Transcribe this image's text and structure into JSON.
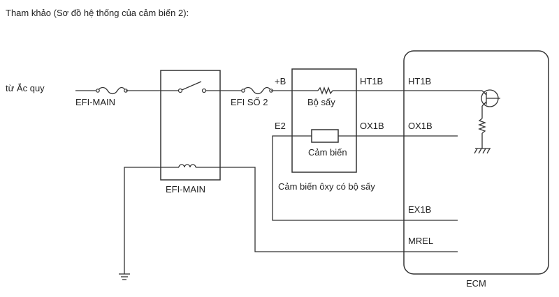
{
  "header": {
    "title": "Tham khảo (Sơ đồ hệ thống của cảm biến 2):"
  },
  "diagram": {
    "source_label": "từ Ắc quy",
    "fuse1_label": "EFI-MAIN",
    "relay_label": "EFI-MAIN",
    "fuse2_label": "EFI SỐ 2",
    "plus_b_label": "+B",
    "heater_label": "Bộ sấy",
    "sensor_label": "Cảm biến",
    "e2_label": "E2",
    "ht1b_sensor_label": "HT1B",
    "ox1b_sensor_label": "OX1B",
    "sensor_caption": "Cảm biến ôxy có bộ sấy",
    "ecm": {
      "label": "ECM",
      "pins": [
        "HT1B",
        "OX1B",
        "EX1B",
        "MREL"
      ]
    }
  },
  "colors": {
    "line": "#333333",
    "text": "#222222",
    "background": "#ffffff"
  }
}
